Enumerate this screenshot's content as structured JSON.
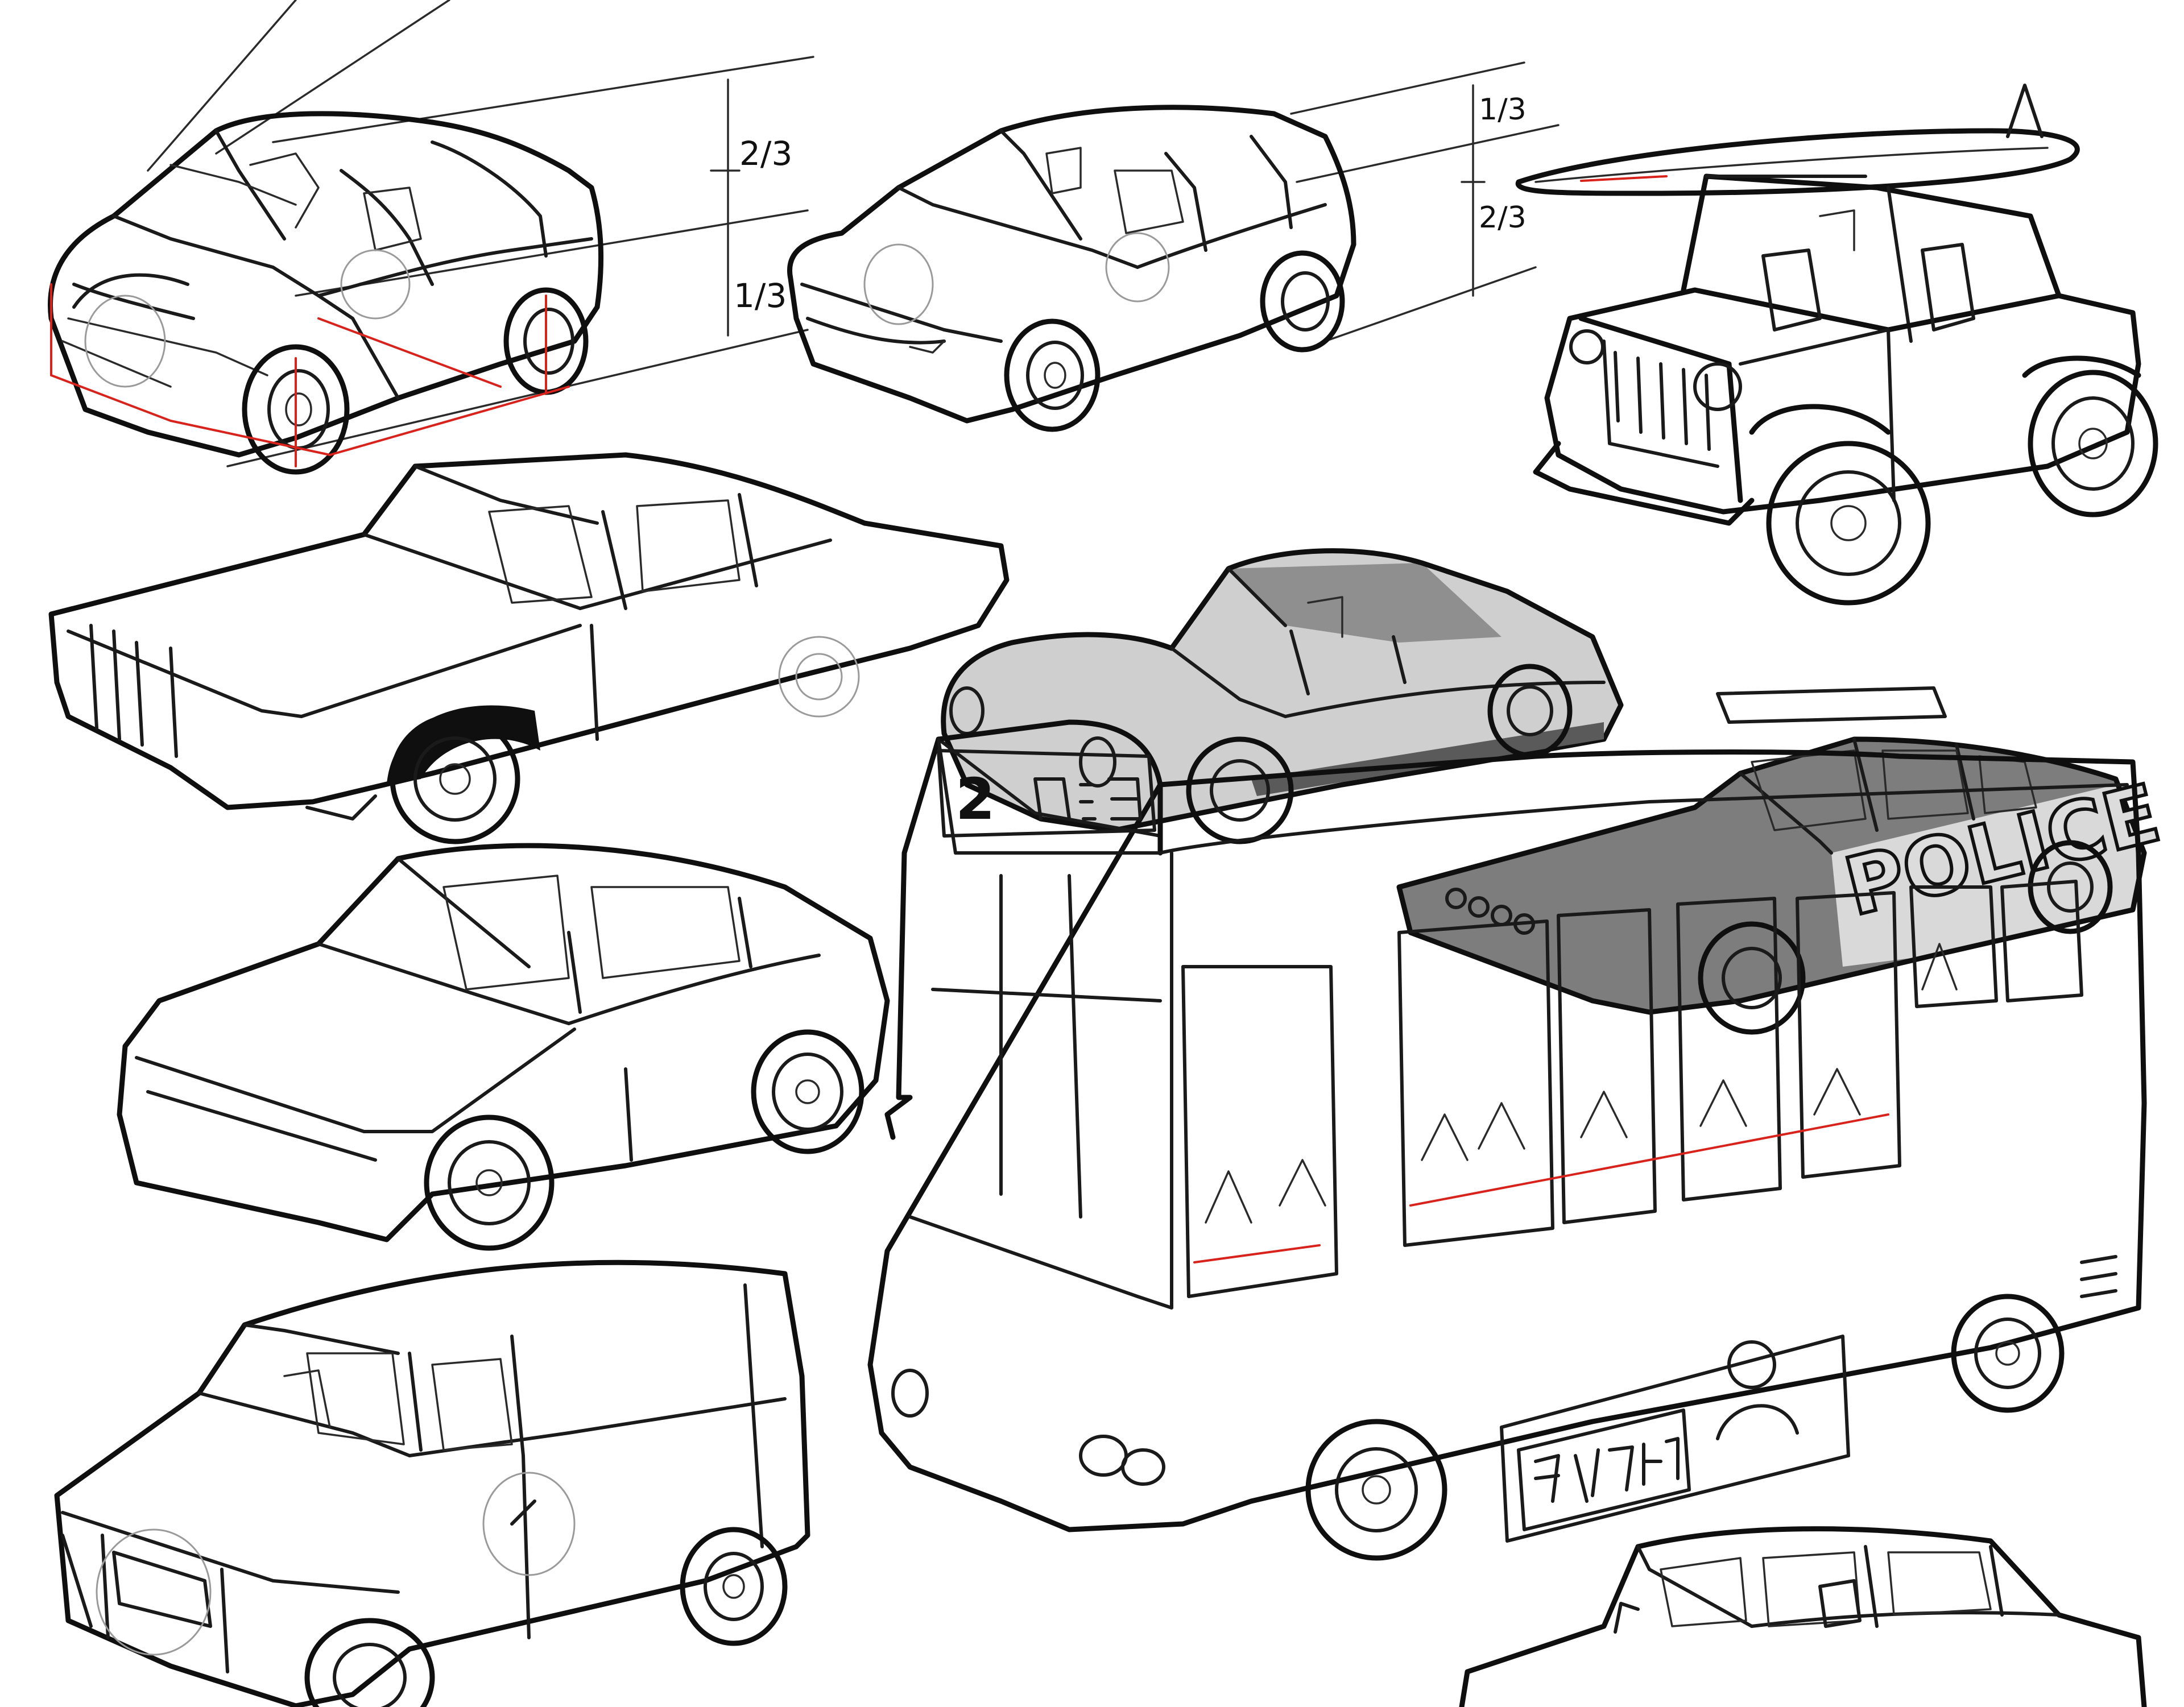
{
  "proportion_marks": {
    "minivan_top": "2/3",
    "minivan_bottom": "1/3",
    "hatchback_top": "1/3",
    "hatchback_bottom": "2/3"
  },
  "police_car": {
    "door_text": "POLICE"
  },
  "bus": {
    "route_number": "2"
  },
  "colors": {
    "ink": "#141414",
    "guide": "#d8231c",
    "shade": "#8f8f8f",
    "light_shade": "#c9c9c9"
  }
}
